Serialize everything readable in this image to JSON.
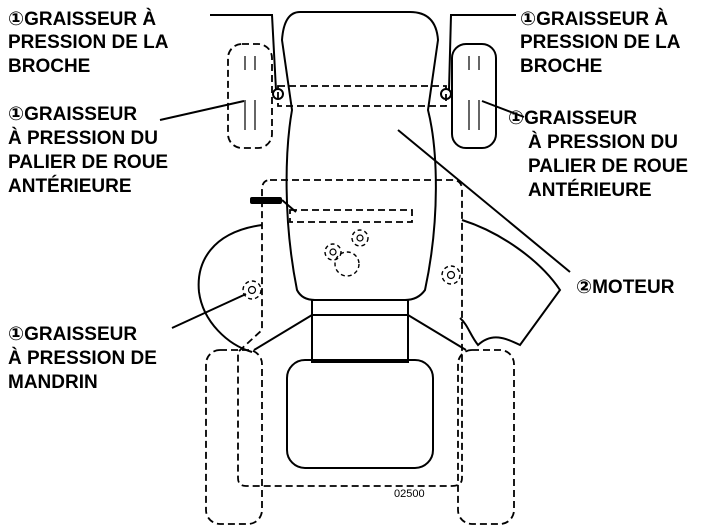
{
  "callouts": {
    "spindle_left": {
      "number": "①",
      "lines": [
        "GRAISSEUR À",
        "PRESSION DE LA",
        "BROCHE"
      ]
    },
    "spindle_right": {
      "number": "①",
      "lines": [
        "GRAISSEUR À",
        "PRESSION DE LA",
        "BROCHE"
      ]
    },
    "wheel_bearing_left": {
      "number": "①",
      "lines": [
        "GRAISSEUR",
        "À PRESSION DU",
        "PALIER DE ROUE",
        "ANTÉRIEURE"
      ]
    },
    "wheel_bearing_right": {
      "number": "①",
      "lines": [
        "GRAISSEUR",
        "À PRESSION DU",
        "PALIER DE ROUE",
        "ANTÉRIEURE"
      ]
    },
    "engine": {
      "number": "②",
      "lines": [
        "MOTEUR"
      ]
    },
    "mandrel": {
      "number": "①",
      "lines": [
        "GRAISSEUR",
        "À PRESSION DE",
        "MANDRIN"
      ]
    }
  },
  "figure_number": "02500"
}
